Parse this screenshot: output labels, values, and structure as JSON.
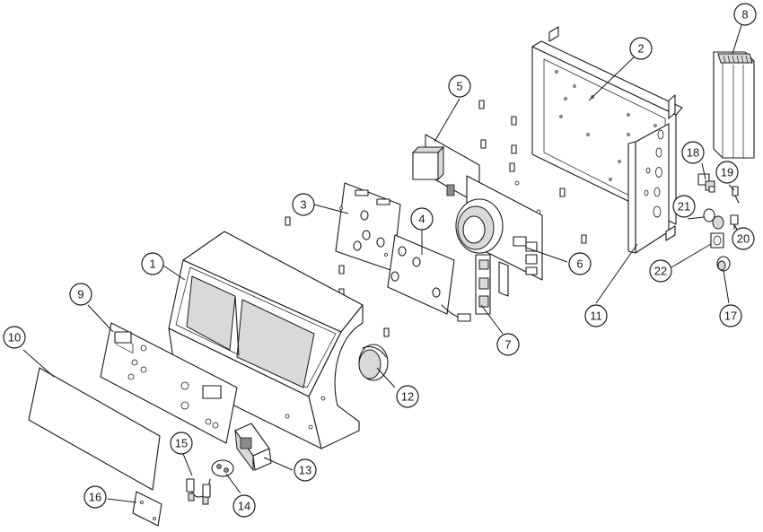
{
  "diagram": {
    "callouts": [
      {
        "label": "1"
      },
      {
        "label": "2"
      },
      {
        "label": "3"
      },
      {
        "label": "4"
      },
      {
        "label": "5"
      },
      {
        "label": "6"
      },
      {
        "label": "7"
      },
      {
        "label": "8"
      },
      {
        "label": "9"
      },
      {
        "label": "10"
      },
      {
        "label": "11"
      },
      {
        "label": "12"
      },
      {
        "label": "13"
      },
      {
        "label": "14"
      },
      {
        "label": "15"
      },
      {
        "label": "16"
      },
      {
        "label": "17"
      },
      {
        "label": "18"
      },
      {
        "label": "19"
      },
      {
        "label": "20"
      },
      {
        "label": "21"
      },
      {
        "label": "22"
      }
    ]
  },
  "colors": {
    "line": "#1a1a1a",
    "background": "#ffffff",
    "shade": "#d9d9d9"
  }
}
